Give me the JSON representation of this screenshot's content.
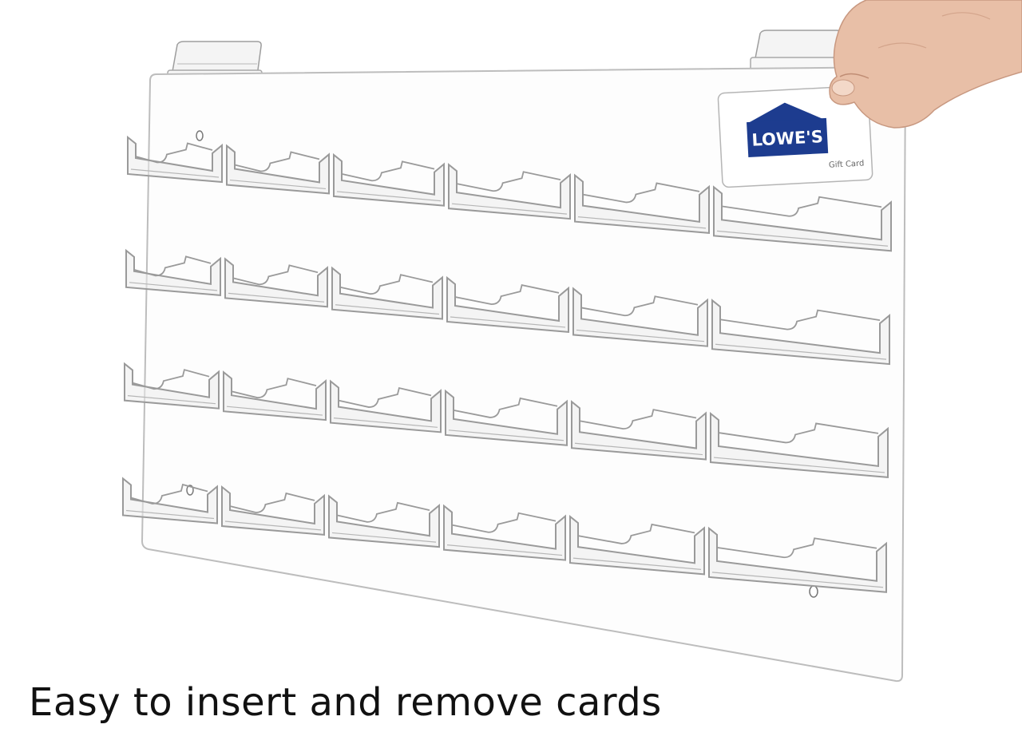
{
  "caption": "Easy to insert and remove cards",
  "product": {
    "rows": 4,
    "columns": 6,
    "material": "clear acrylic",
    "mount": "slatwall hooks"
  },
  "gift_card": {
    "brand": "LOWE'S",
    "label": "Gift Card",
    "brand_color": "#1d3c8f"
  },
  "colors": {
    "panel_edge": "#c8c8c8",
    "pocket_edge": "#9a9a9a",
    "pocket_fill": "#ececec"
  }
}
